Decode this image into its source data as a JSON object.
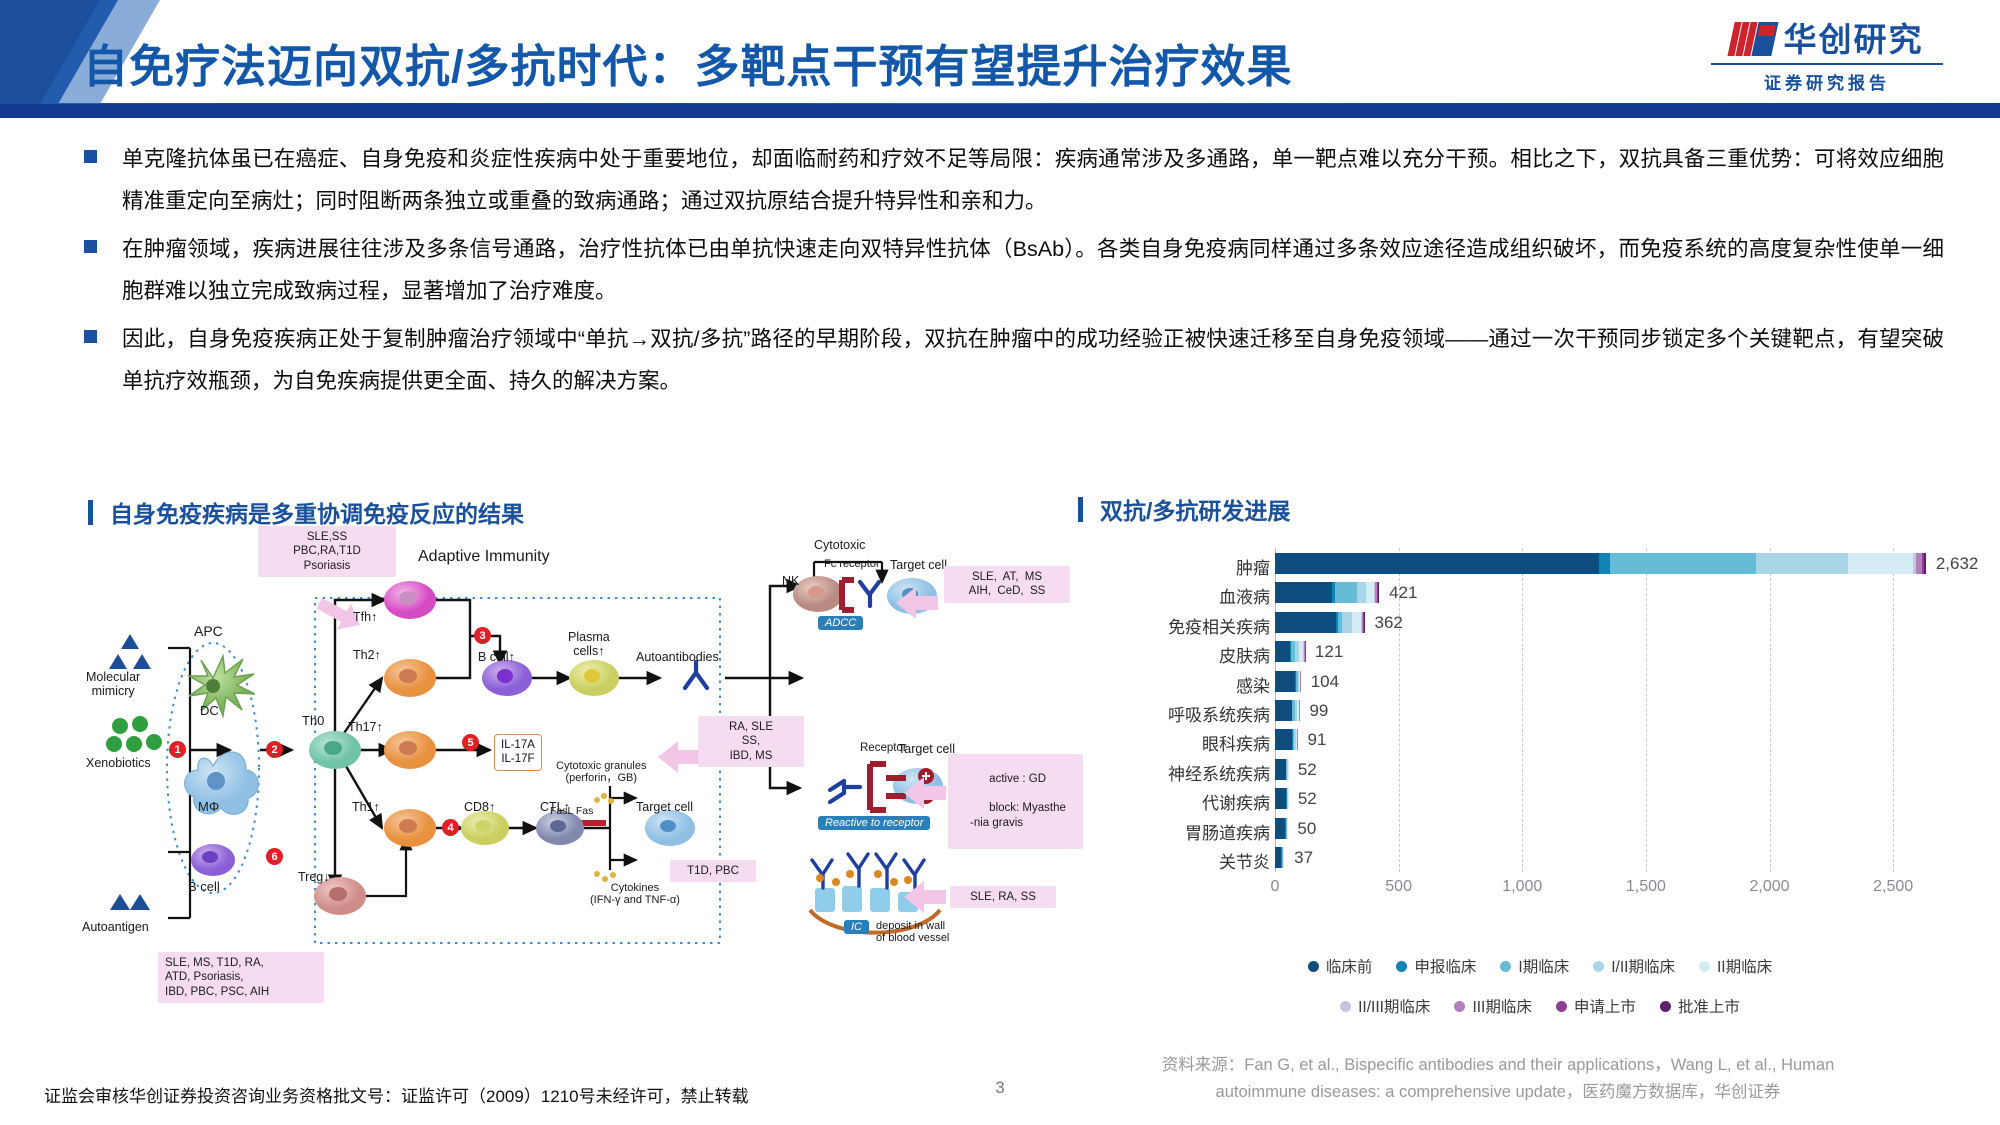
{
  "header": {
    "title": "自免疗法迈向双抗/多抗时代：多靶点干预有望提升治疗效果",
    "logo_text": "华创研究",
    "logo_sub": "证券研究报告",
    "brand_blue": "#1a4f9c",
    "brand_red": "#d0242c"
  },
  "bullets": [
    "单克隆抗体虽已在癌症、自身免疫和炎症性疾病中处于重要地位，却面临耐药和疗效不足等局限：疾病通常涉及多通路，单一靶点难以充分干预。相比之下，双抗具备三重优势：可将效应细胞精准重定向至病灶；同时阻断两条独立或重叠的致病通路；通过双抗原结合提升特异性和亲和力。",
    "在肿瘤领域，疾病进展往往涉及多条信号通路，治疗性抗体已由单抗快速走向双特异性抗体（BsAb）。各类自身免疫病同样通过多条效应途径造成组织破坏，而免疫系统的高度复杂性使单一细胞群难以独立完成致病过程，显著增加了治疗难度。",
    "因此，自身免疫疾病正处于复制肿瘤治疗领域中“单抗→双抗/多抗”路径的早期阶段，双抗在肿瘤中的成功经验正被快速迁移至自身免疫领域——通过一次干预同步锁定多个关键靶点，有望突破单抗疗效瓶颈，为自免疾病提供更全面、持久的解决方案。"
  ],
  "sections": {
    "left_title": "自身免疫疾病是多重协调免疫反应的结果",
    "right_title": "双抗/多抗研发进展"
  },
  "diagram": {
    "title": "Adaptive Immunity",
    "labels": {
      "apc": "APC",
      "dc": "DC",
      "mphi": "MΦ",
      "bcell_apc": "B cell",
      "molecular_mimicry": "Molecular\nmimicry",
      "xenobiotics": "Xenobiotics",
      "autoantigen": "Autoantigen",
      "th0": "Th0",
      "tfh": "Tfh↑",
      "th2": "Th2↑",
      "th17": "Th17↑",
      "th1": "Th1↑",
      "treg": "Treg↓",
      "cd8": "CD8↑",
      "ctl": "CTL↑",
      "bcell": "B cell↑",
      "plasma": "Plasma\ncells↑",
      "autoantibodies": "Autoantibodies",
      "nk": "NK",
      "fc_receptor": "Fc receptor",
      "cytotoxic": "Cytotoxic",
      "target_cell_1": "Target cell",
      "receptor": "Receptor",
      "target_cell_2": "Target cell",
      "target_cell_3": "Target cell",
      "fasl_fas": "FasL Fas",
      "cytotoxic_granules": "Cytotoxic granules\n(perforin，GB)",
      "cytokines": "Cytokines\n(IFN-γ and TNF-α)",
      "deposit": "deposit in wall\nof blood vessel"
    },
    "tags": {
      "adcc": "ADCC",
      "reactive": "Reactive to receptor",
      "ic": "IC"
    },
    "pink_boxes": {
      "top_left": "SLE,SS\nPBC,RA,T1D\nPsoriasis",
      "mid_left": "RA, SLE\nSS,\nIBD, MS",
      "bottom_left": "SLE, MS, T1D, RA,\nATD, Psoriasis,\nIBD, PBC, PSC, AIH",
      "nk_right": "SLE,  AT,  MS\nAIH,  CeD,  SS",
      "receptor_right_1": "active : GD",
      "receptor_right_2": "block: Myasthe\n-nia gravis",
      "ic_right": "SLE, RA, SS",
      "ctl_right": "T1D, PBC"
    },
    "cytokine_box": "IL-17A\nIL-17F",
    "numbers": [
      "1",
      "2",
      "3",
      "4",
      "5",
      "6"
    ]
  },
  "chart_data": {
    "type": "bar",
    "orientation": "horizontal",
    "stacked": true,
    "title": "双抗/多抗研发进展",
    "xlabel": "",
    "ylabel": "",
    "xlim": [
      0,
      2750
    ],
    "grid": true,
    "xticks": [
      "0",
      "500",
      "1,000",
      "1,500",
      "2,000",
      "2,500"
    ],
    "xtick_values": [
      0,
      500,
      1000,
      1500,
      2000,
      2500
    ],
    "legend_position": "bottom",
    "categories": [
      "肿瘤",
      "血液病",
      "免疫相关疾病",
      "皮肤病",
      "感染",
      "呼吸系统疾病",
      "眼科疾病",
      "神经系统疾病",
      "代谢疾病",
      "胃肠道疾病",
      "关节炎"
    ],
    "totals": [
      2632,
      421,
      362,
      121,
      104,
      99,
      91,
      52,
      52,
      50,
      37
    ],
    "total_labels": [
      "2,632",
      "421",
      "362",
      "121",
      "104",
      "99",
      "91",
      "52",
      "52",
      "50",
      "37"
    ],
    "series": [
      {
        "name": "临床前",
        "color": "#0e4d7d",
        "values": [
          1310,
          229,
          245,
          61,
          79,
          67,
          68,
          44,
          45,
          42,
          26
        ]
      },
      {
        "name": "申报临床",
        "color": "#0f84b4",
        "values": [
          44,
          12,
          8,
          5,
          4,
          3,
          3,
          2,
          2,
          2,
          1
        ]
      },
      {
        "name": "I期临床",
        "color": "#66bcd6",
        "values": [
          590,
          92,
          20,
          14,
          9,
          11,
          6,
          3,
          2,
          3,
          4
        ]
      },
      {
        "name": "I/II期临床",
        "color": "#a8d6e6",
        "values": [
          372,
          35,
          40,
          16,
          7,
          10,
          8,
          2,
          2,
          2,
          3
        ]
      },
      {
        "name": "II期临床",
        "color": "#d6ecf5",
        "values": [
          266,
          32,
          34,
          19,
          4,
          6,
          5,
          1,
          1,
          1,
          3
        ]
      },
      {
        "name": "II/III期临床",
        "color": "#ccc3de",
        "values": [
          10,
          4,
          4,
          2,
          0,
          1,
          0,
          0,
          0,
          0,
          0
        ]
      },
      {
        "name": "III期临床",
        "color": "#b27fb9",
        "values": [
          25,
          10,
          7,
          3,
          1,
          1,
          1,
          0,
          0,
          0,
          0
        ]
      },
      {
        "name": "申请上市",
        "color": "#8c3f93",
        "values": [
          8,
          4,
          2,
          1,
          0,
          0,
          0,
          0,
          0,
          0,
          0
        ]
      },
      {
        "name": "批准上市",
        "color": "#5d1f6b",
        "values": [
          7,
          3,
          2,
          0,
          0,
          0,
          0,
          0,
          0,
          0,
          0
        ]
      }
    ]
  },
  "footer": {
    "source_label": "资料来源：",
    "source_line1": "Fan G, et al., Bispecific antibodies and their applications，Wang L, et al., Human",
    "source_line2": "autoimmune diseases: a comprehensive update，医药魔方数据库，华创证券",
    "disclaimer": "证监会审核华创证券投资咨询业务资格批文号：证监许可（2009）1210号未经许可，禁止转载",
    "page_number": "3"
  }
}
